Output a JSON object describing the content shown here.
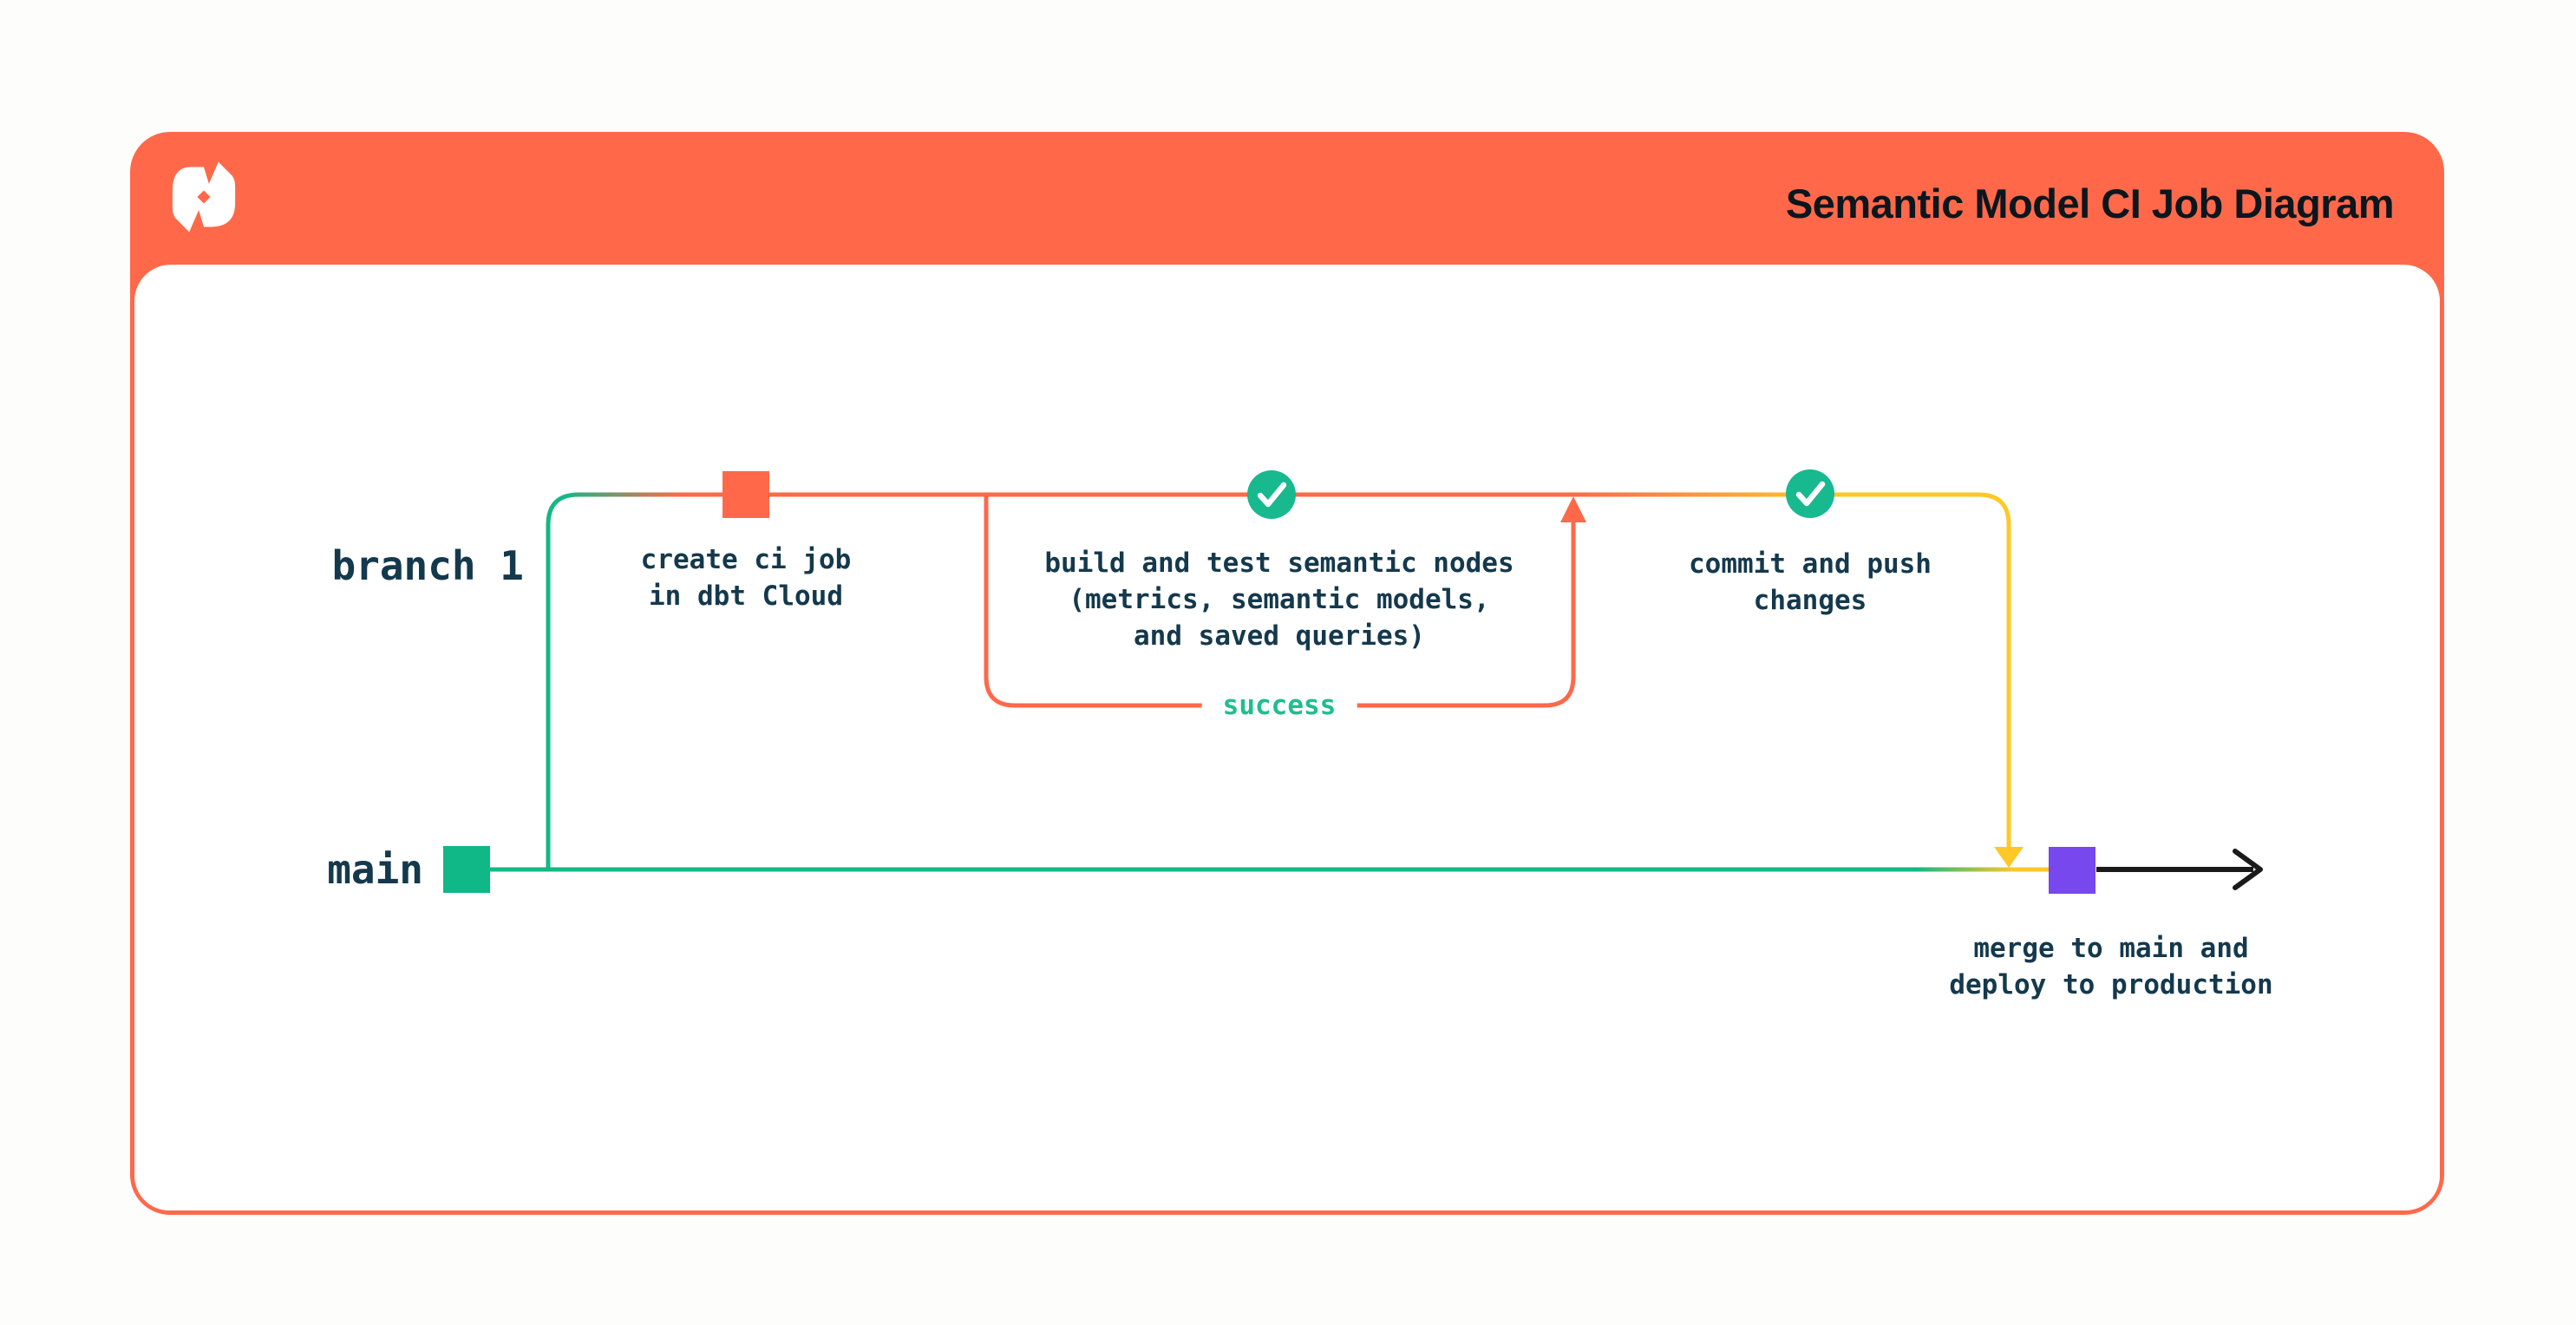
{
  "header": {
    "title": "Semantic Model CI Job Diagram",
    "logo": "dbt-logo",
    "background": "#FF694A",
    "title_color": "#0b161d"
  },
  "diagram": {
    "branches": [
      {
        "label": "branch 1",
        "line_color_start": "#12B886"
      },
      {
        "label": "main",
        "line_color": "#12B886"
      }
    ],
    "nodes": [
      {
        "id": "main-start",
        "type": "commit-square",
        "color": "#0FB886",
        "label": "",
        "branch": "main"
      },
      {
        "id": "create-ci-job",
        "type": "commit-square",
        "color": "#FF694A",
        "label": "create ci job\nin dbt Cloud",
        "branch": "branch 1"
      },
      {
        "id": "build-test",
        "type": "check-circle",
        "color": "#18B98E",
        "label": "build and test semantic nodes\n(metrics, semantic models,\nand saved queries)",
        "branch": "branch 1"
      },
      {
        "id": "commit-push",
        "type": "check-circle",
        "color": "#18B98E",
        "label": "commit and push\nchanges",
        "branch": "branch 1"
      },
      {
        "id": "merge-deploy",
        "type": "commit-square",
        "color": "#7648EE",
        "label": "merge to main and\ndeploy to production",
        "branch": "main"
      }
    ],
    "loop": {
      "label": "success",
      "label_color": "#20BD8F",
      "border_color": "#FF694A"
    },
    "colors": {
      "orange": "#FF694A",
      "green": "#12B886",
      "yellow": "#FFC827",
      "purple": "#7648EE",
      "text": "#14394d",
      "arrow_black": "#1a1a1a"
    }
  }
}
